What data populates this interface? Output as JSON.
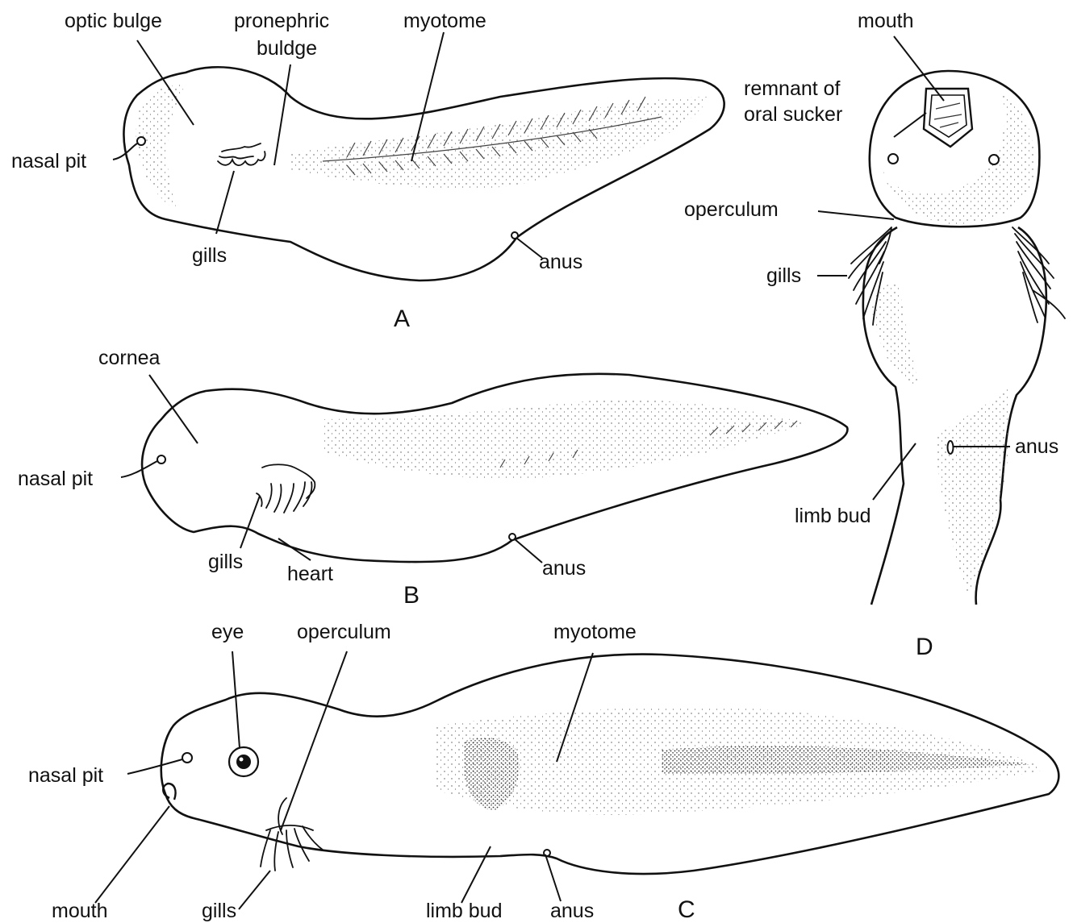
{
  "figure": {
    "panels": {
      "A": {
        "label": "A",
        "labels": {
          "optic_bulge": "optic bulge",
          "pronephric_1": "pronephric",
          "pronephric_2": "buldge",
          "myotome": "myotome",
          "nasal_pit": "nasal pit",
          "gills": "gills",
          "anus": "anus"
        }
      },
      "B": {
        "label": "B",
        "labels": {
          "cornea": "cornea",
          "nasal_pit": "nasal pit",
          "gills": "gills",
          "heart": "heart",
          "anus": "anus"
        }
      },
      "C": {
        "label": "C",
        "labels": {
          "eye": "eye",
          "operculum": "operculum",
          "myotome": "myotome",
          "nasal_pit": "nasal pit",
          "mouth": "mouth",
          "gills": "gills",
          "limb_bud": "limb bud",
          "anus": "anus"
        }
      },
      "D": {
        "label": "D",
        "labels": {
          "mouth": "mouth",
          "remnant_1": "remnant of",
          "remnant_2": "oral sucker",
          "operculum": "operculum",
          "gills": "gills",
          "anus": "anus",
          "limb_bud": "limb bud"
        }
      }
    }
  }
}
